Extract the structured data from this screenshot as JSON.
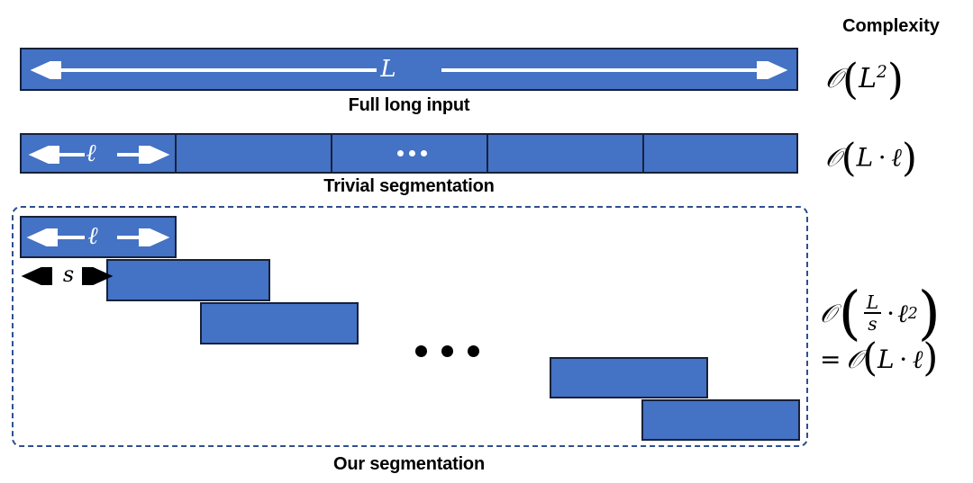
{
  "figure": {
    "title_column": "Complexity",
    "background": "#ffffff",
    "bar_fill": "#4472C4",
    "bar_stroke": "#16213a",
    "dashed_stroke": "#2f4f8f"
  },
  "rows": [
    {
      "id": "full-long-input",
      "caption": "Full long input",
      "bar_label": "L",
      "arrow_style": "double-headed-white",
      "complexity": {
        "o": "ᵊa",
        "open": "(",
        "body": "L",
        "exponent": "2",
        "close": ")",
        "plain": "O(L²)"
      }
    },
    {
      "id": "trivial-segmentation",
      "caption": "Trivial segmentation",
      "bar_label": "ℓ",
      "segments": 5,
      "mid_ellipsis": "···",
      "arrow_style": "double-headed-white",
      "complexity": {
        "plain": "O(L · ℓ)"
      }
    },
    {
      "id": "our-segmentation",
      "caption": "Our segmentation",
      "window_label": "ℓ",
      "stride_label": "s",
      "ellipsis": "• • •",
      "complexity": {
        "line1_prefix": "ᵊa",
        "numerator": "L",
        "denominator": "s",
        "dot": "·",
        "ell": "ℓ",
        "exponent": "2",
        "line2": "= ᵊa(L · ℓ)",
        "plain": "O(L/s · ℓ²) = O(L · ℓ)"
      }
    }
  ],
  "glyphs": {
    "cal_o": "𝒪",
    "ell": "ℓ",
    "cdot": "·",
    "eq": "="
  }
}
